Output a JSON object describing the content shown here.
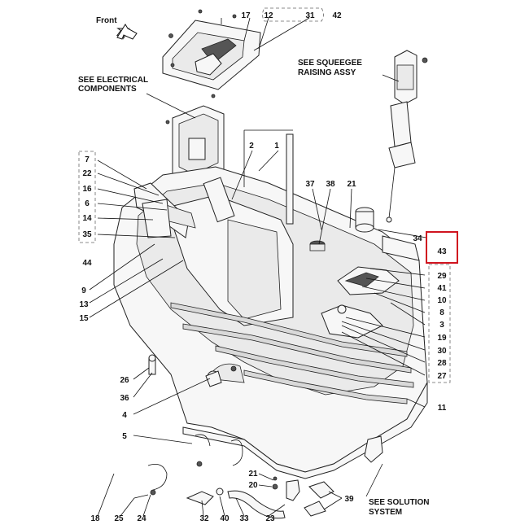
{
  "front_label": "Front",
  "notes": {
    "electrical": [
      "SEE ELECTRICAL",
      "COMPONENTS"
    ],
    "squeegee": [
      "SEE SQUEEGEE",
      "RAISING ASSY"
    ],
    "solution": [
      "SEE SOLUTION",
      "SYSTEM"
    ]
  },
  "callouts": {
    "c17": "17",
    "c12": "12",
    "c31": "31",
    "c42": "42",
    "c1": "1",
    "c2": "2",
    "c37": "37",
    "c38": "38",
    "c21a": "21",
    "c34": "34",
    "c43": "43",
    "c7": "7",
    "c22": "22",
    "c16": "16",
    "c6": "6",
    "c14": "14",
    "c35": "35",
    "c44": "44",
    "c9": "9",
    "c13": "13",
    "c15": "15",
    "c29": "29",
    "c41": "41",
    "c10": "10",
    "c8": "8",
    "c3": "3",
    "c19": "19",
    "c30": "30",
    "c28": "28",
    "c27": "27",
    "c11": "11",
    "c26": "26",
    "c36": "36",
    "c4": "4",
    "c5": "5",
    "c21b": "21",
    "c20": "20",
    "c39": "39",
    "c18": "18",
    "c25": "25",
    "c24": "24",
    "c32": "32",
    "c40": "40",
    "c33": "33",
    "c23": "23"
  },
  "highlight_color": "#d0141f"
}
